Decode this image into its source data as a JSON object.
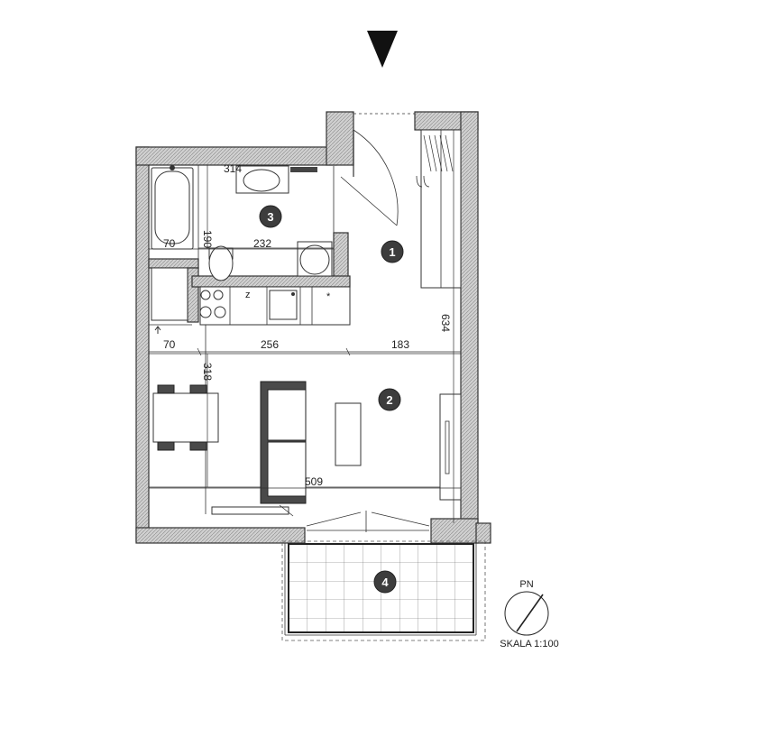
{
  "entrance_marker": "down-triangle",
  "rooms": [
    {
      "id": "1",
      "label": "1"
    },
    {
      "id": "2",
      "label": "2"
    },
    {
      "id": "3",
      "label": "3"
    },
    {
      "id": "4",
      "label": "4"
    }
  ],
  "dimensions": {
    "bath_width": "314",
    "bath_height": "190",
    "bath_left": "70",
    "bath_mid": "232",
    "room_left": "70",
    "room_mid": "256",
    "room_right": "183",
    "room_depth": "318",
    "total_width": "509",
    "total_depth": "634"
  },
  "fixture_labels": {
    "fridge": "z",
    "dishwasher": "*"
  },
  "north": {
    "label": "PN",
    "icon": "north-arrow-icon"
  },
  "scale": "SKALA 1:100",
  "colors": {
    "wall_hatch": "#bdbdbd",
    "badge": "#3d3d3d",
    "line": "#333333"
  }
}
